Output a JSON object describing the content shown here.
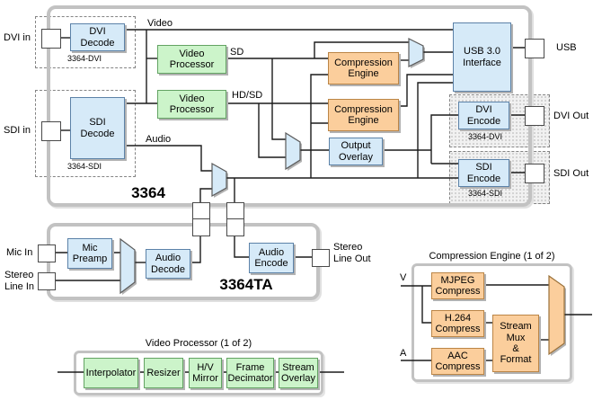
{
  "chips": {
    "main_label": "3364",
    "ta_label": "3364TA"
  },
  "blocks": {
    "dvi_decode": "DVI\nDecode",
    "sdi_decode": "SDI\nDecode",
    "video_processor_1": "Video\nProcessor",
    "video_processor_2": "Video\nProcessor",
    "compression_engine_1": "Compression\nEngine",
    "compression_engine_2": "Compression\nEngine",
    "output_overlay": "Output\nOverlay",
    "usb_interface": "USB 3.0\nInterface",
    "dvi_encode": "DVI\nEncode",
    "sdi_encode": "SDI\nEncode",
    "mic_preamp": "Mic\nPreamp",
    "audio_decode": "Audio\nDecode",
    "audio_encode": "Audio\nEncode",
    "interpolator": "Interpolator",
    "resizer": "Resizer",
    "hv_mirror": "H/V\nMirror",
    "frame_decimator": "Frame\nDecimator",
    "stream_overlay": "Stream\nOverlay",
    "mjpeg_compress": "MJPEG\nCompress",
    "h264_compress": "H.264\nCompress",
    "aac_compress": "AAC\nCompress",
    "stream_mux_format": "Stream\nMux\n&\nFormat"
  },
  "ports": {
    "dvi_in": "DVI in",
    "sdi_in": "SDI in",
    "usb": "USB",
    "dvi_out": "DVI Out",
    "sdi_out": "SDI Out",
    "mic_in": "Mic In",
    "stereo_line_in": "Stereo\nLine In",
    "stereo_line_out": "Stereo\nLine Out"
  },
  "wire_labels": {
    "video": "Video",
    "audio": "Audio",
    "sd": "SD",
    "hdsd": "HD/SD",
    "v": "V",
    "a": "A"
  },
  "module_tags": {
    "dvi_decode_card": "3364-DVI",
    "sdi_decode_card": "3364-SDI",
    "dvi_encode_card": "3364-DVI",
    "sdi_encode_card": "3364-SDI"
  },
  "sections": {
    "compression_detail_title": "Compression Engine (1 of 2)",
    "video_processor_detail_title": "Video Processor (1 of 2)"
  },
  "colors": {
    "block-blue": "#d6eaf8",
    "block-green": "#ccf4ca",
    "block-orange": "#fbce9c",
    "chip-border": "#c2c2c2"
  }
}
